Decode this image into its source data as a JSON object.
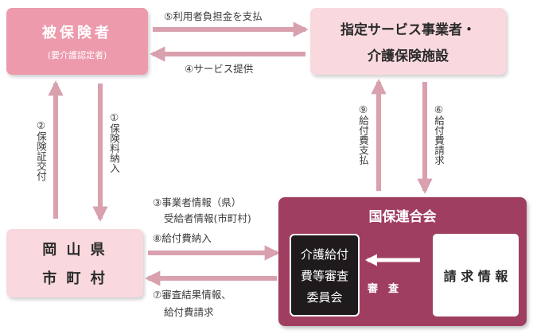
{
  "insured": {
    "title": "被保険者",
    "subtitle": "(要介護認定者)"
  },
  "provider": {
    "line1": "指定サービス事業者・",
    "line2": "介護保険施設"
  },
  "municipality": {
    "line1": "岡 山 県",
    "line2": "市 町 村"
  },
  "federation": {
    "title": "国保連合会"
  },
  "committee": {
    "line1": "介護給付",
    "line2": "費等審査",
    "line3": "委員会"
  },
  "request_info": {
    "label": "請 求 情 報"
  },
  "review_label": "審　査",
  "flows": {
    "f1": "①保険料納入",
    "f2": "②保険証交付",
    "f3a": "③事業者情報（県）",
    "f3b": "受給者情報(市町村)",
    "f4": "④サービス提供",
    "f5": "⑤利用者負担金を支払",
    "f6": "⑥給付費請求",
    "f7a": "⑦審査結果情報、",
    "f7b": "給付費請求",
    "f8": "⑧給付費納入",
    "f9": "⑨給付費支払"
  },
  "colors": {
    "dark_pink": "#ed9aac",
    "light_pink": "#f9d9de",
    "wine": "#a03e62",
    "arrow": "#d9a0ae",
    "committee_box": "#1f1a1c"
  }
}
